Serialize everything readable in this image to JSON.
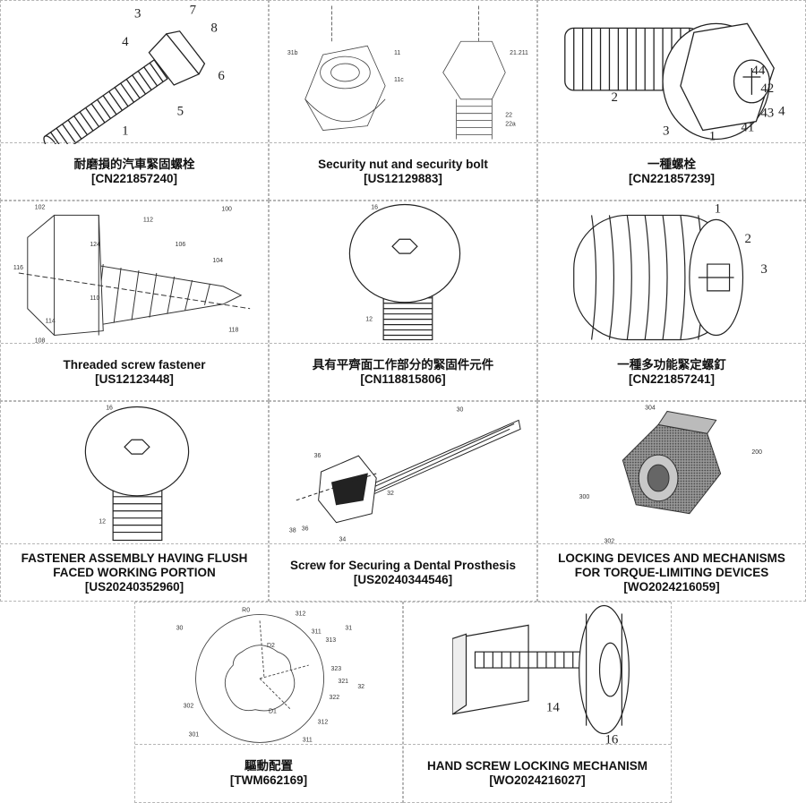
{
  "patents": [
    {
      "title": "耐磨損的汽車緊固螺栓",
      "number": "[CN221857240]",
      "figure_icon": "bolt-with-washer-drawing-icon"
    },
    {
      "title": "Security nut and security bolt",
      "number": "[US12129883]",
      "figure_icon": "security-nut-bolt-drawing-icon"
    },
    {
      "title": "一種螺栓",
      "number": "[CN221857239]",
      "figure_icon": "flange-bolt-drawing-icon"
    },
    {
      "title": "Threaded screw fastener",
      "number": "[US12123448]",
      "figure_icon": "tapping-screw-drawing-icon"
    },
    {
      "title": "具有平齊面工作部分的緊固件元件",
      "number": "[CN118815806]",
      "figure_icon": "flush-head-screw-drawing-icon"
    },
    {
      "title": "一種多功能緊定螺釘",
      "number": "[CN221857241]",
      "figure_icon": "set-screw-drawing-icon"
    },
    {
      "title": "FASTENER ASSEMBLY HAVING FLUSH",
      "title_line2": "FACED WORKING PORTION",
      "number": "[US20240352960]",
      "figure_icon": "flush-head-screw-drawing-icon"
    },
    {
      "title": "Screw for Securing a Dental Prosthesis",
      "number": "[US20240344546]",
      "figure_icon": "dental-screw-drawing-icon"
    },
    {
      "title": "LOCKING DEVICES AND MECHANISMS",
      "title_line2": "FOR TORQUE-LIMITING DEVICES",
      "number": "[WO2024216059]",
      "figure_icon": "hex-nut-render-icon"
    },
    {
      "title": "驅動配置",
      "number": "[TWM662169]",
      "figure_icon": "drive-recess-drawing-icon"
    },
    {
      "title": "HAND SCREW LOCKING MECHANISM",
      "number": "[WO2024216027]",
      "figure_icon": "hand-screw-clamp-drawing-icon"
    }
  ],
  "figure_labels": {
    "f1": [
      "3",
      "7",
      "8",
      "4",
      "6",
      "5",
      "1"
    ],
    "f3": [
      "44",
      "42",
      "4",
      "43",
      "41",
      "2",
      "3",
      "1"
    ],
    "f4": [
      "102",
      "112",
      "100",
      "106",
      "124",
      "104",
      "116",
      "110",
      "114",
      "108",
      "118"
    ],
    "f5": [
      "16",
      "12"
    ],
    "f6": [
      "1",
      "2",
      "3"
    ],
    "f7": [
      "16",
      "12"
    ],
    "f8": [
      "30",
      "36",
      "32",
      "38",
      "36",
      "34"
    ],
    "f9": [
      "304",
      "200",
      "300",
      "302"
    ],
    "f10": [
      "R0",
      "312",
      "31",
      "311",
      "313",
      "D2",
      "323",
      "321",
      "32",
      "322",
      "30",
      "302",
      "D1",
      "301",
      "312",
      "311"
    ],
    "f11": [
      "14",
      "16"
    ]
  }
}
